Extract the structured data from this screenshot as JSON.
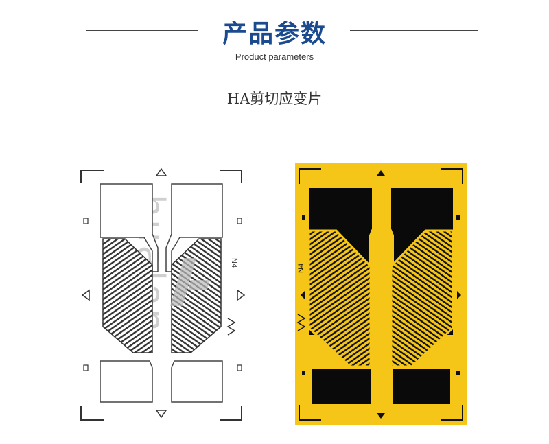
{
  "header": {
    "title": "产品参数",
    "subtitle": "Product parameters"
  },
  "product": {
    "name": "HA剪切应变片"
  },
  "images": {
    "left": {
      "watermark": "hualan",
      "marking_code": "N4"
    },
    "right": {
      "marking_code": "N4"
    }
  },
  "colors": {
    "title": "#1c4a8f",
    "gauge_backing_yellow": "#f5c518",
    "gauge_foil": "#000000"
  }
}
